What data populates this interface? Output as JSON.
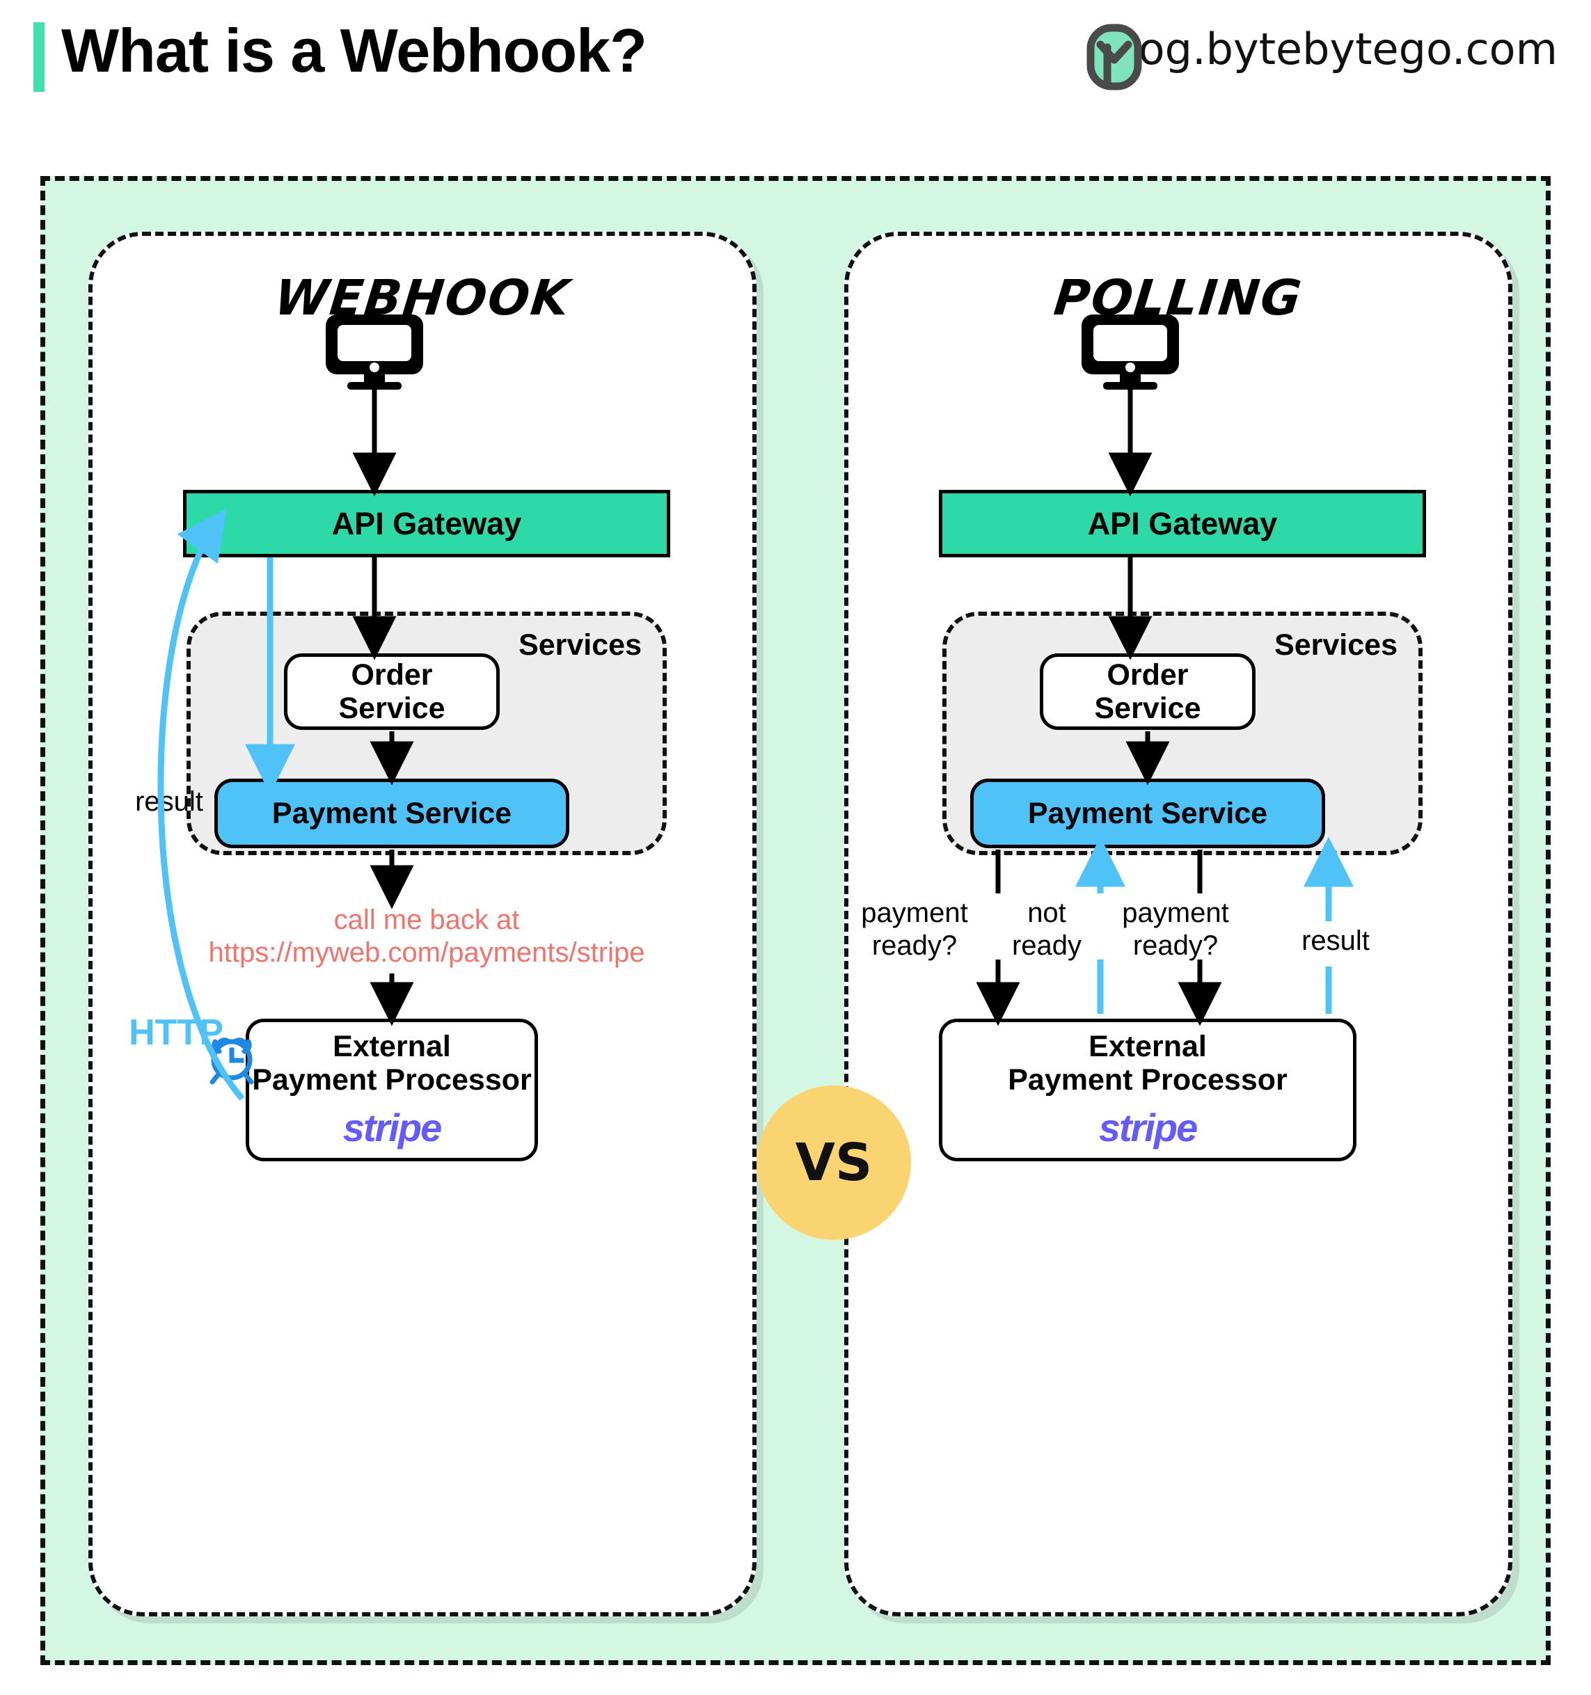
{
  "header": {
    "title": "What is a Webhook?",
    "brand_url": "blog.bytebytego.com",
    "accent_color": "#3FE0AC",
    "logo_icon": "bytebytego-logo-icon"
  },
  "vs_badge": {
    "label": "VS",
    "color": "#FBD472"
  },
  "colors": {
    "canvas_fill": "#D4F7E4",
    "gateway": "#2ED9A8",
    "payment_service": "#4FC3F7",
    "services_group": "#EDEDED",
    "callback_text": "#F4726B",
    "http_label": "#4FC3F7",
    "stripe_logo": "#635BFF",
    "clock_icon": "#1E88E5"
  },
  "panels": [
    {
      "title": "Webhook",
      "client_icon": "desktop-monitor-icon",
      "gateway": {
        "label": "API Gateway"
      },
      "services": {
        "label": "Services",
        "nodes": [
          {
            "id": "order",
            "lines": [
              "Order",
              "Service"
            ]
          },
          {
            "id": "payment",
            "lines": [
              "Payment Service"
            ]
          }
        ]
      },
      "callback_note": {
        "line1": "call me back at",
        "line2": "https://myweb.com/payments/stripe"
      },
      "processor": {
        "lines": [
          "External",
          "Payment Processor"
        ],
        "logo": "stripe"
      },
      "annotations": [
        {
          "id": "result",
          "text": "result"
        },
        {
          "id": "http",
          "text": "HTTP"
        }
      ],
      "clock_icon": "alarm-clock-icon"
    },
    {
      "title": "Polling",
      "client_icon": "desktop-monitor-icon",
      "gateway": {
        "label": "API Gateway"
      },
      "services": {
        "label": "Services",
        "nodes": [
          {
            "id": "order",
            "lines": [
              "Order",
              "Service"
            ]
          },
          {
            "id": "payment",
            "lines": [
              "Payment Service"
            ]
          }
        ]
      },
      "processor": {
        "lines": [
          "External",
          "Payment Processor"
        ],
        "logo": "stripe"
      },
      "poll_labels": [
        {
          "id": "ask-1",
          "line1": "payment",
          "line2": "ready?",
          "direction": "down",
          "color": "#000000"
        },
        {
          "id": "reply-1",
          "line1": "not",
          "line2": "ready",
          "direction": "up",
          "color": "#4FC3F7"
        },
        {
          "id": "ask-2",
          "line1": "payment",
          "line2": "ready?",
          "direction": "down",
          "color": "#000000"
        },
        {
          "id": "reply-2",
          "line1": "result",
          "line2": "",
          "direction": "up",
          "color": "#4FC3F7"
        }
      ]
    }
  ]
}
